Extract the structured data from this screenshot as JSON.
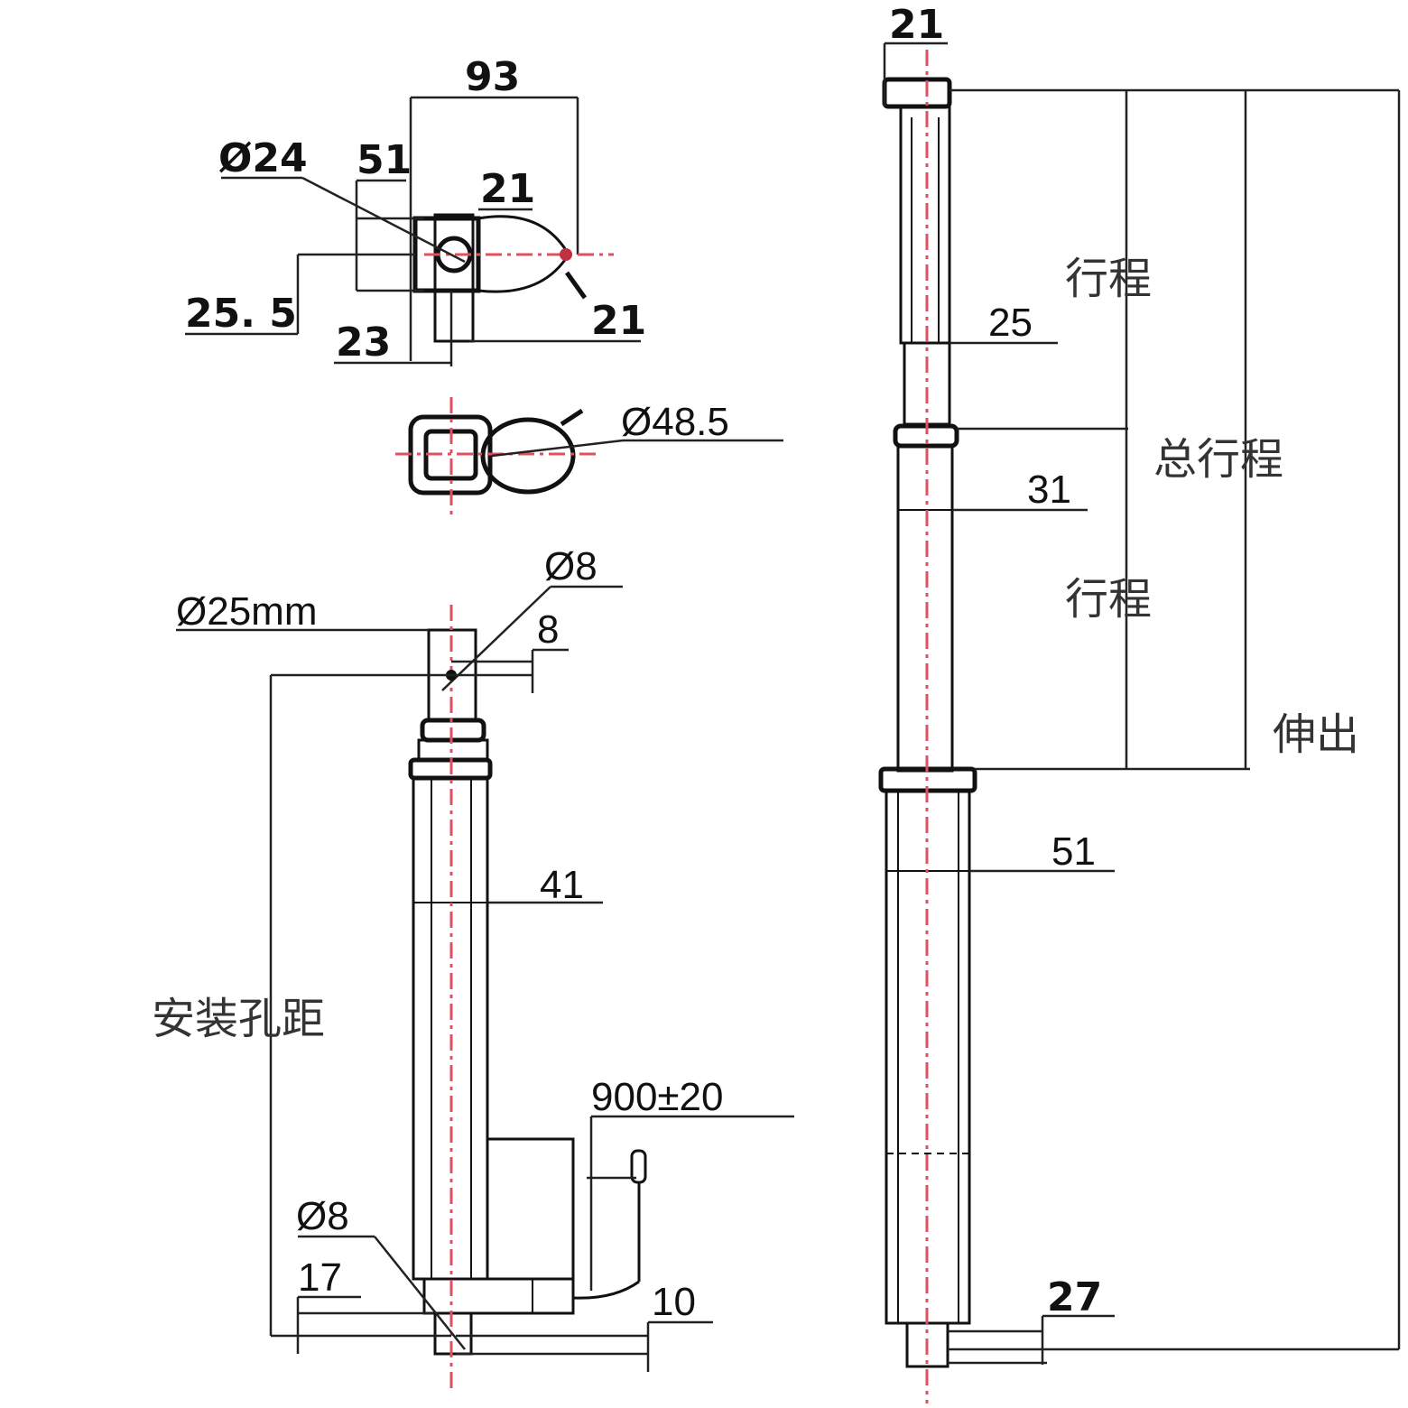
{
  "top_view": {
    "d93": "93",
    "d24": "Ø24",
    "d51": "51",
    "d21a": "21",
    "d21b": "21",
    "d25_5": "25. 5",
    "d23": "23"
  },
  "end_view": {
    "d48_5": "Ø48.5"
  },
  "side_view": {
    "d8_hole_top": "Ø8",
    "d25mm": "Ø25mm",
    "d8": "8",
    "d41": "41",
    "mount_distance": "安装孔距",
    "cable": "900±20",
    "d8_hole_bottom": "Ø8",
    "d17": "17",
    "d10": "10"
  },
  "extended_view": {
    "d21": "21",
    "d25": "25",
    "stroke1": "行程",
    "total_stroke": "总行程",
    "d31": "31",
    "stroke2": "行程",
    "extend_length": "伸出",
    "d51": "51",
    "d27": "27"
  }
}
